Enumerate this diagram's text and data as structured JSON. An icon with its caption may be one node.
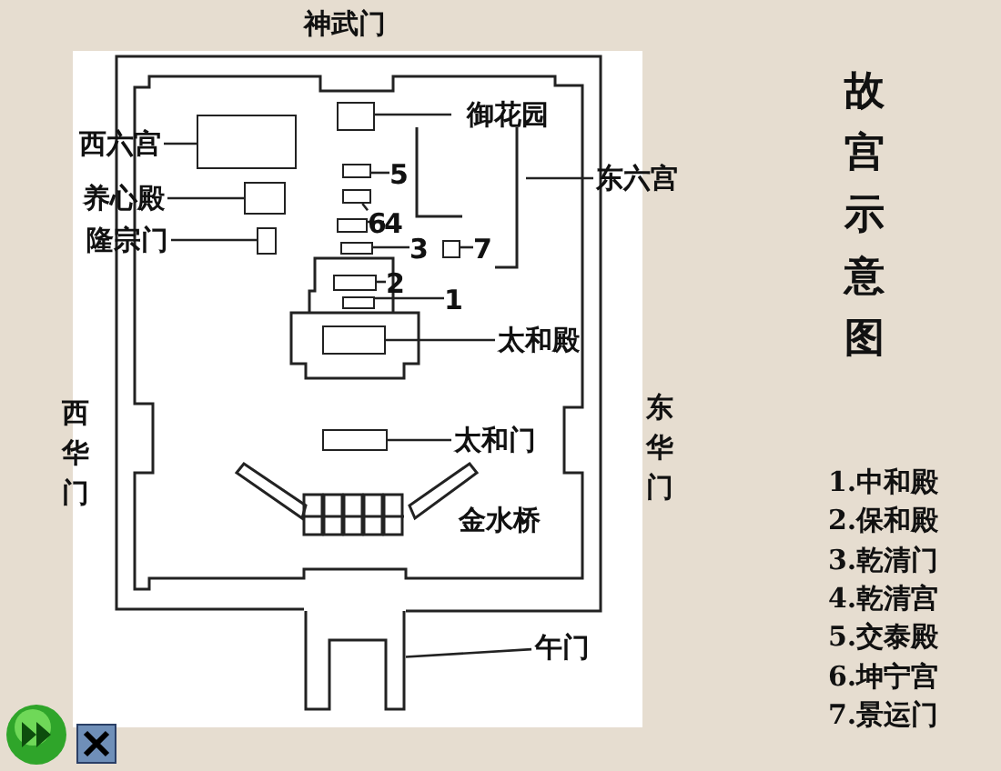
{
  "diagram": {
    "title": "故宫示意图",
    "nodes": [
      {
        "text": [
          "西六宫"
        ]
      },
      {
        "text": [],
        "shape": "box"
      },
      {
        "text": [
          "养心殿"
        ]
      },
      {
        "text": [],
        "shape": "box"
      },
      {
        "text": [
          "隆宗门"
        ]
      },
      {
        "text": [],
        "shape": "box"
      },
      {
        "text": [
          "御花园"
        ]
      },
      {
        "text": [],
        "shape": "box"
      },
      {
        "text": [
          "东六宫"
        ]
      },
      {
        "text": [
          "5"
        ]
      },
      {
        "text": [],
        "shape": "box"
      },
      {
        "text": [
          "6"
        ]
      },
      {
        "text": [],
        "shape": "box"
      },
      {
        "text": [
          "4"
        ]
      },
      {
        "text": [],
        "shape": "box"
      },
      {
        "text": [
          "3"
        ]
      },
      {
        "text": [],
        "shape": "box"
      },
      {
        "text": [
          "2"
        ]
      },
      {
        "text": [],
        "shape": "box"
      },
      {
        "text": [
          "1"
        ]
      },
      {
        "text": [],
        "shape": "box"
      },
      {
        "text": [
          "7"
        ]
      },
      {
        "text": [],
        "shape": "box"
      },
      {
        "text": [
          "太和殿"
        ]
      },
      {
        "text": [],
        "shape": "box"
      },
      {
        "text": [
          "太和门"
        ]
      },
      {
        "text": [],
        "shape": "box"
      },
      {
        "text": [
          "午门"
        ]
      },
      {
        "text": [],
        "shape": "box"
      }
    ],
    "edges": [
      {
        "from": 0,
        "to": 1,
        "arrow": "none"
      },
      {
        "from": 2,
        "to": 3,
        "arrow": "none"
      },
      {
        "from": 4,
        "to": 5,
        "arrow": "none"
      },
      {
        "from": 6,
        "to": 7,
        "arrow": "none"
      },
      {
        "from": 8,
        "to": null,
        "arrow": "none"
      },
      {
        "from": 9,
        "to": 10,
        "arrow": "none"
      },
      {
        "from": 11,
        "to": 12,
        "arrow": "none"
      },
      {
        "from": 13,
        "to": 14,
        "arrow": "none"
      },
      {
        "from": 15,
        "to": 16,
        "arrow": "none"
      },
      {
        "from": 17,
        "to": 18,
        "arrow": "none"
      },
      {
        "from": 19,
        "to": 20,
        "arrow": "none"
      },
      {
        "from": 21,
        "to": 22,
        "arrow": "none"
      },
      {
        "from": 23,
        "to": 24,
        "arrow": "none"
      },
      {
        "from": 25,
        "to": 26,
        "arrow": "none"
      },
      {
        "from": 27,
        "to": 28,
        "arrow": "none"
      }
    ],
    "labels": [
      "神武门",
      "西华门",
      "东华门",
      "金水桥",
      "1.中和殿",
      "2.保和殿",
      "3.乾清门",
      "4.乾清宫",
      "5.交泰殿",
      "6.坤宁宫",
      "7.景运门"
    ]
  }
}
